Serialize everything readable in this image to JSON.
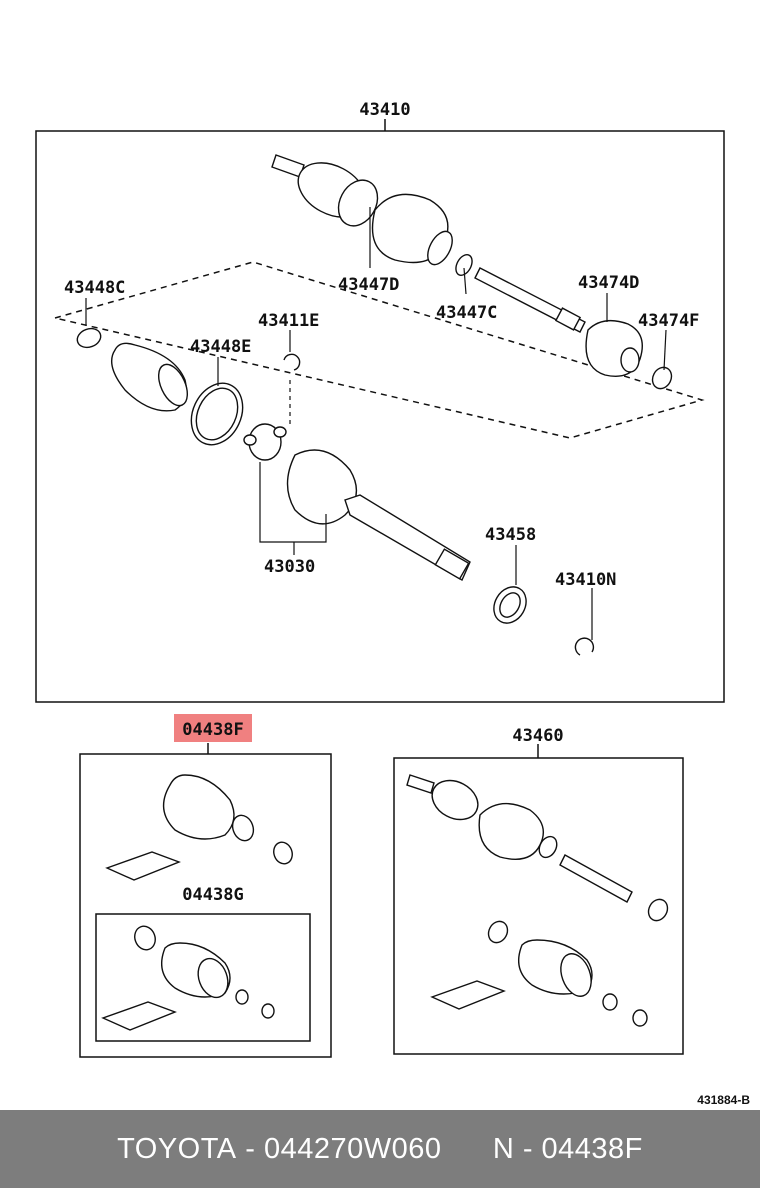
{
  "labels": {
    "assembly_top": "43410",
    "boot_clamp_outer": "43448C",
    "boot_outer_small": "43447D",
    "clamp_outer_small": "43447C",
    "damper": "43474D",
    "damper_clamp": "43474F",
    "snap_ring_inner": "43411E",
    "boot_clamp_large": "43448E",
    "inboard_joint": "43030",
    "dust_seal": "43458",
    "snap_ring": "43410N",
    "boot_kit": "04438F",
    "boot_kit_sub": "04438G",
    "assembly_other": "43460",
    "ref_code": "431884-B"
  },
  "footer": {
    "brand": "TOYOTA",
    "part_number": "044270W060",
    "ref": "N - 04438F"
  },
  "colors": {
    "highlight": "#f08080",
    "footer_bg": "#7d7d7d"
  }
}
